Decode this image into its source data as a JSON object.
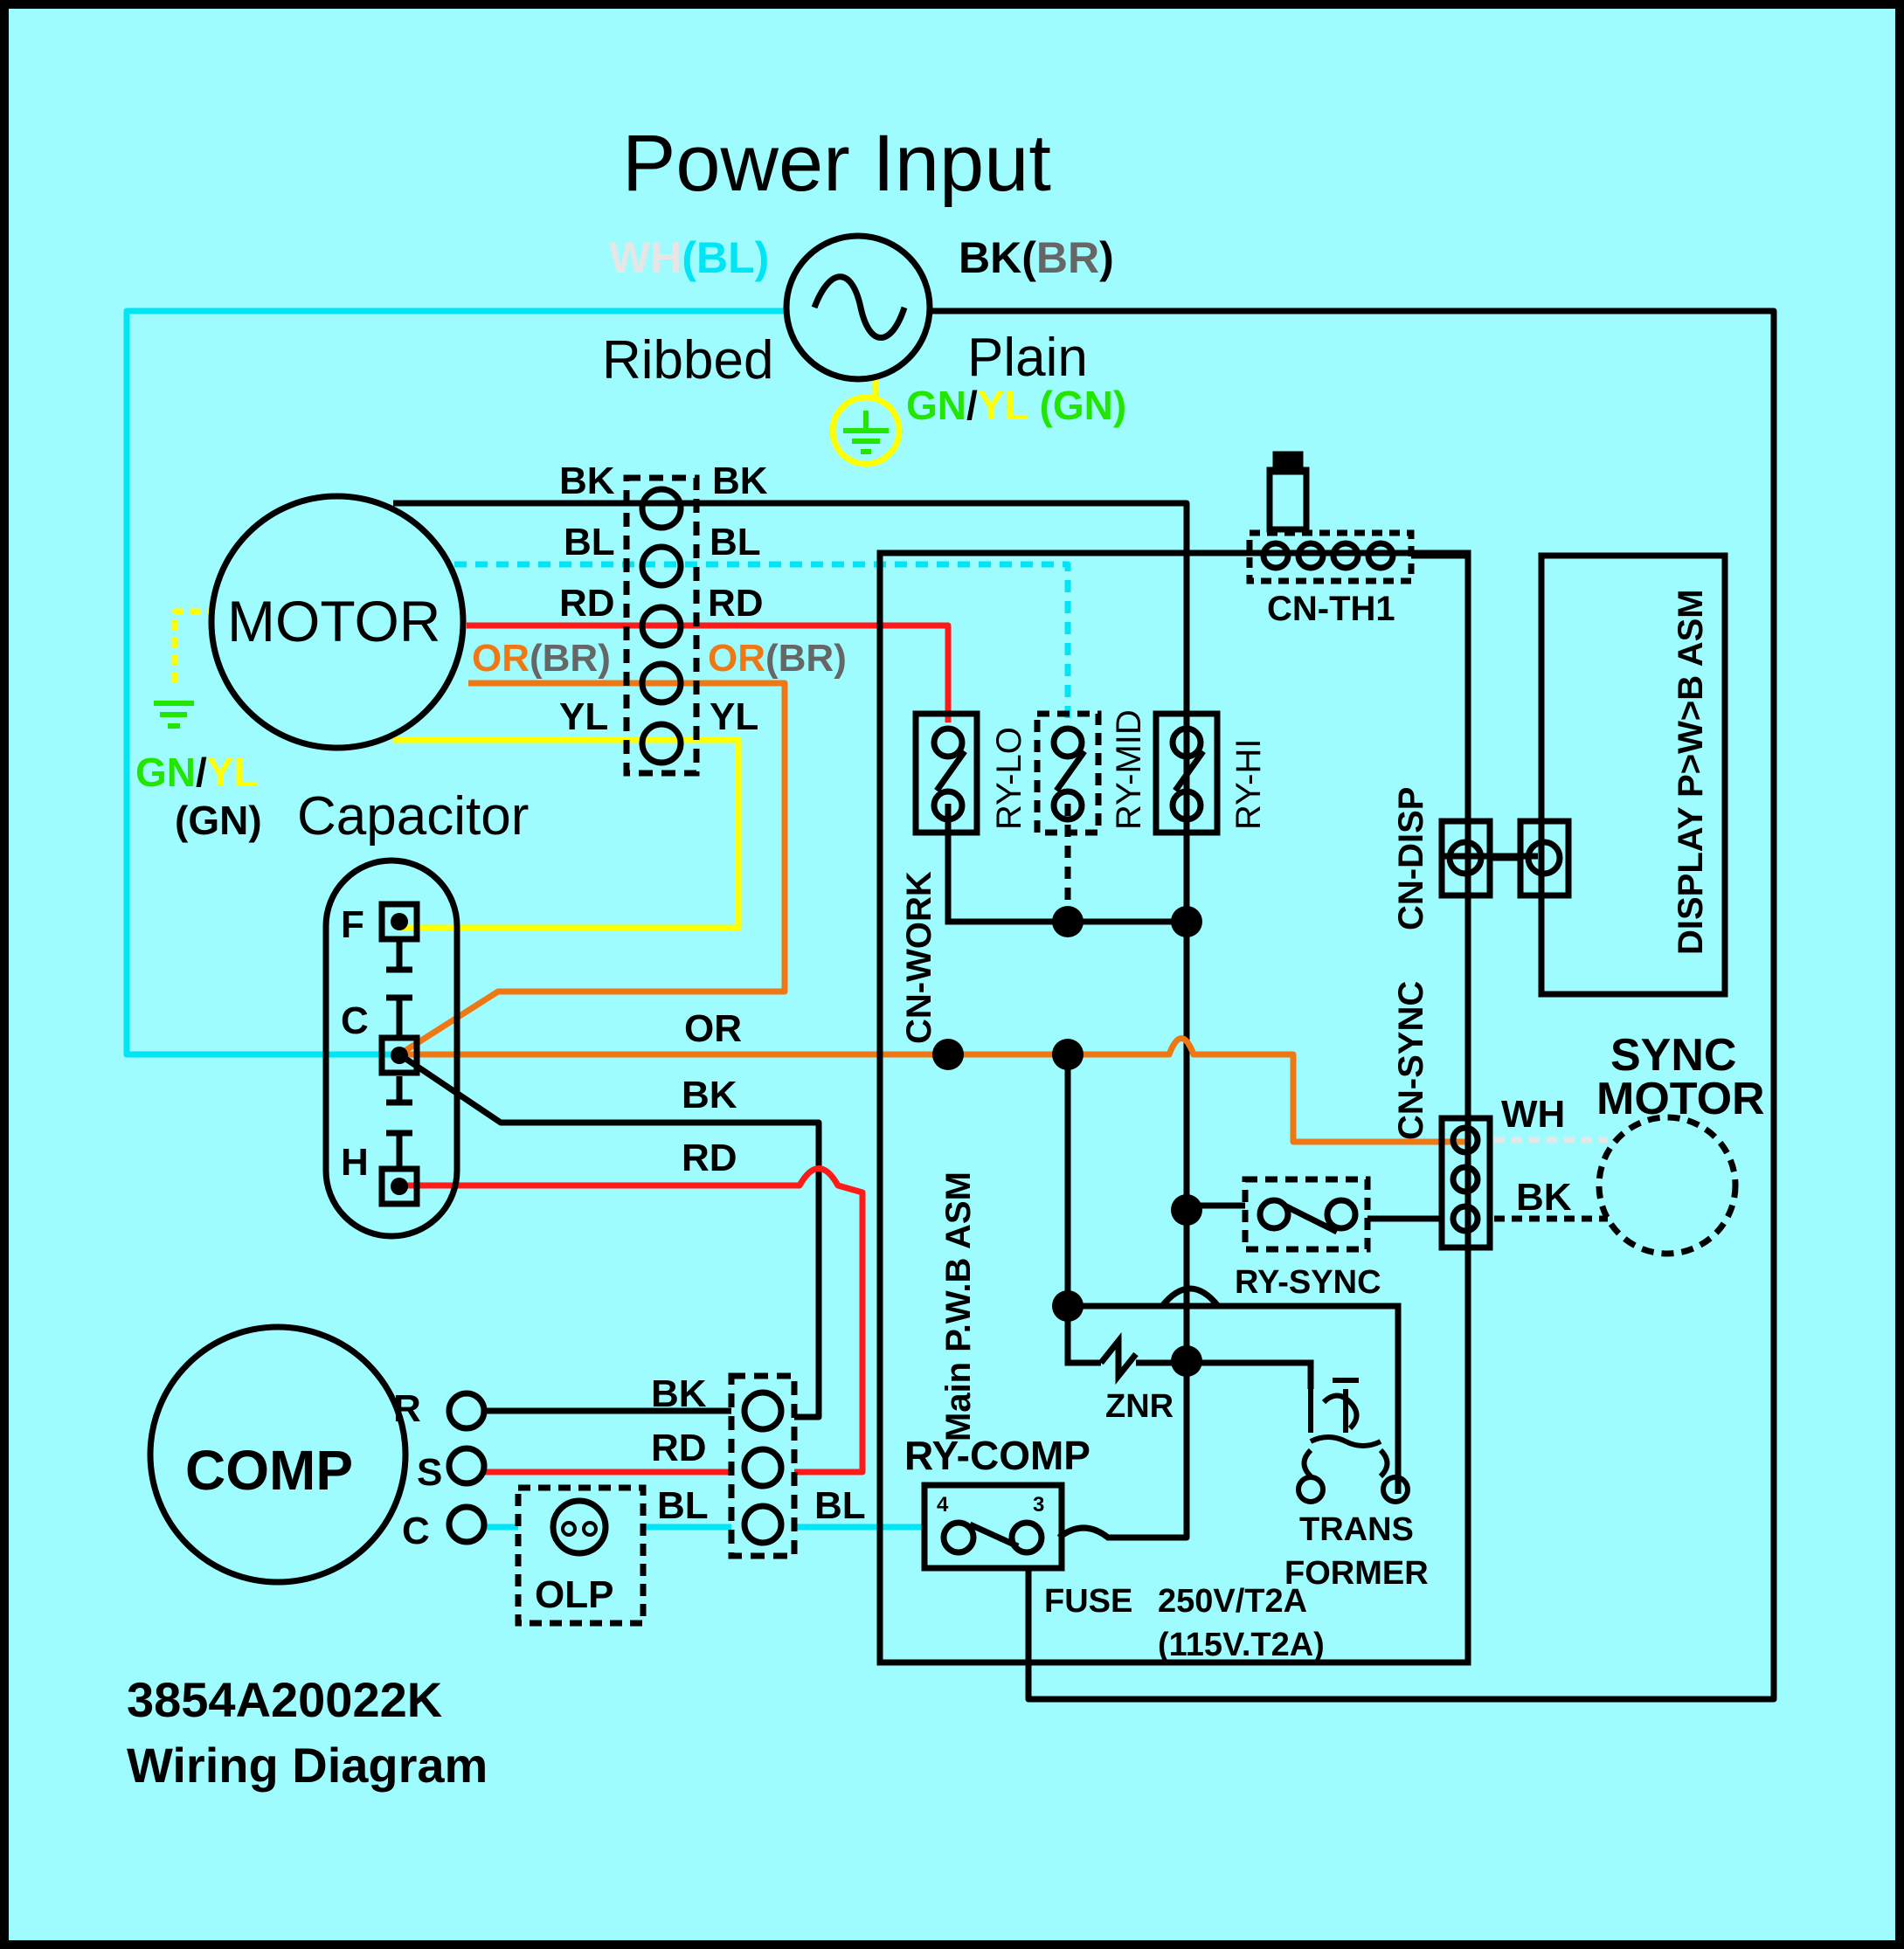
{
  "title": "Power Input",
  "colors": {
    "background": "#9efcff",
    "black": "#000000",
    "blue": "#00e5f5",
    "red": "#ff1a1a",
    "orange": "#f07814",
    "yellow": "#ffff00",
    "green": "#22e600",
    "brown": "#666666",
    "white": "#e6e6e6"
  },
  "power": {
    "left_wire_a": "WH",
    "left_wire_b": "(BL)",
    "right_wire": "BK(",
    "right_wire_b": "BR",
    "right_wire_c": ")",
    "ribbed": "Ribbed",
    "plain": "Plain",
    "ground_a": "GN",
    "ground_sep": "/",
    "ground_b": "YL",
    "ground_c": "(GN)"
  },
  "motor": {
    "label": "MOTOR",
    "ground_a": "GN",
    "ground_sep": "/",
    "ground_b": "YL",
    "ground_c": "(GN)"
  },
  "motor_connector": {
    "bk_left": "BK",
    "bk_right": "BK",
    "bl_left": "BL",
    "bl_right": "BL",
    "rd_left": "RD",
    "rd_right": "RD",
    "or_left": "OR",
    "or_right": "OR",
    "br_left": "(BR)",
    "br_right": "(BR)",
    "yl_left": "YL",
    "yl_right": "YL"
  },
  "capacitor": {
    "label": "Capacitor",
    "f": "F",
    "c": "C",
    "h": "H"
  },
  "wires": {
    "or": "OR",
    "bk": "BK",
    "rd": "RD"
  },
  "comp": {
    "label": "COMP",
    "r": "R",
    "s": "S",
    "c": "C",
    "bk": "BK",
    "rd": "RD",
    "bl_left": "BL",
    "bl_right": "BL",
    "olp": "OLP"
  },
  "pcb": {
    "cn_th1": "CN-TH1",
    "ry_lo": "RY-LO",
    "ry_mid": "RY-MID",
    "ry_hi": "RY-HI",
    "cn_work": "CN-WORK",
    "main_pwb": "Main P.W.B ASM",
    "cn_disp": "CN-DISP",
    "cn_sync": "CN-SYNC",
    "display_asm": "DISPLAY P>W>B ASM",
    "sync_motor_1": "SYNC",
    "sync_motor_2": "MOTOR",
    "wh": "WH",
    "bk": "BK",
    "ry_sync": "RY-SYNC",
    "znr": "ZNR",
    "trans_1": "TRANS",
    "trans_2": "FORMER",
    "ry_comp": "RY-COMP",
    "pin4": "4",
    "pin3": "3",
    "fuse": "FUSE",
    "fuse_rating_1": "250V/T2A",
    "fuse_rating_2": "(115V.T2A)"
  },
  "footer": {
    "part_number": "3854A20022K",
    "caption": "Wiring Diagram"
  }
}
